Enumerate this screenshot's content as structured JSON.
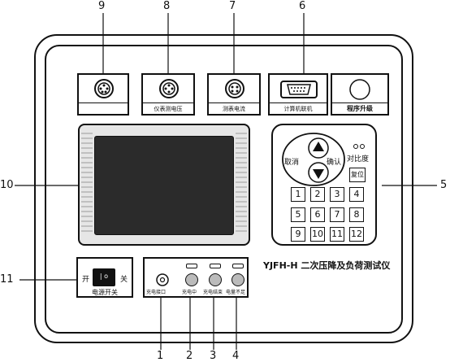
{
  "callouts": {
    "top": [
      "9",
      "8",
      "7",
      "6"
    ],
    "left_10": "10",
    "left_11": "11",
    "right_5": "5",
    "bottom": [
      "1",
      "2",
      "3",
      "4"
    ]
  },
  "connectors": {
    "c8_label": "仪表测电压",
    "c7_label": "测表电流",
    "c6_label": "计算机联机",
    "program_label": "程序升级"
  },
  "keypad": {
    "cancel": "取消",
    "confirm": "确认",
    "contrast": "对比度",
    "reset": "复位",
    "numbers": [
      "1",
      "2",
      "3",
      "4",
      "5",
      "6",
      "7",
      "8",
      "9",
      "10",
      "11",
      "12"
    ]
  },
  "power": {
    "on": "开",
    "off": "关",
    "label": "电源开关",
    "switch_mark": "|  o"
  },
  "charge": {
    "port": "充电接口",
    "charging": "充电中",
    "done": "充电结束",
    "low": "电量不足"
  },
  "model": "YJFH-H  二次压降及负荷测试仪"
}
